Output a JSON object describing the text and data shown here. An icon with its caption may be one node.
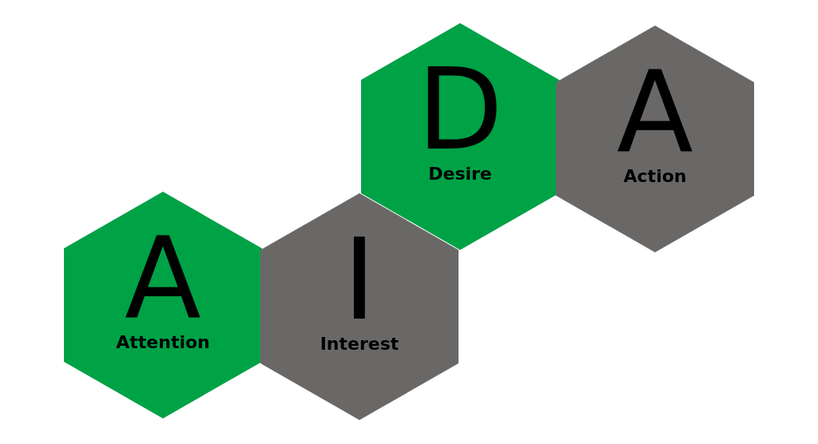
{
  "diagram": {
    "nodes": [
      {
        "text": [
          "A",
          "Attention"
        ]
      },
      {
        "text": [
          "I",
          "Interest"
        ]
      },
      {
        "text": [
          "D",
          "Desire"
        ]
      },
      {
        "text": [
          "A",
          "Action"
        ]
      }
    ]
  }
}
